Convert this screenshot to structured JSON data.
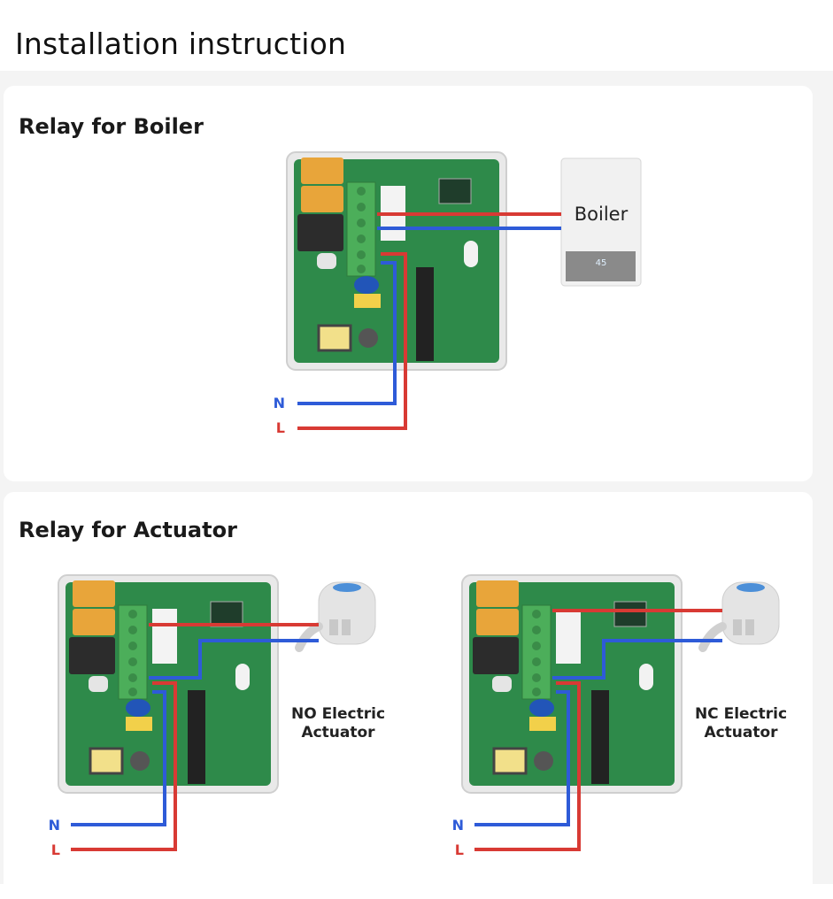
{
  "page": {
    "title": "Installation instruction"
  },
  "sections": [
    {
      "title": "Relay for Boiler",
      "device_label": "Boiler",
      "boiler_display": "45",
      "wires": {
        "neutral": "N",
        "live": "L"
      }
    },
    {
      "title": "Relay for Actuator",
      "actuators": [
        {
          "line1": "NO Electric",
          "line2": "Actuator"
        },
        {
          "line1": "NC Electric",
          "line2": "Actuator"
        }
      ],
      "wires": {
        "neutral": "N",
        "live": "L"
      }
    }
  ],
  "colors": {
    "live_wire": "#d83a34",
    "neutral_wire": "#2e5bd8",
    "pcb": "#2e8a4a",
    "background": "#f4f4f4"
  }
}
